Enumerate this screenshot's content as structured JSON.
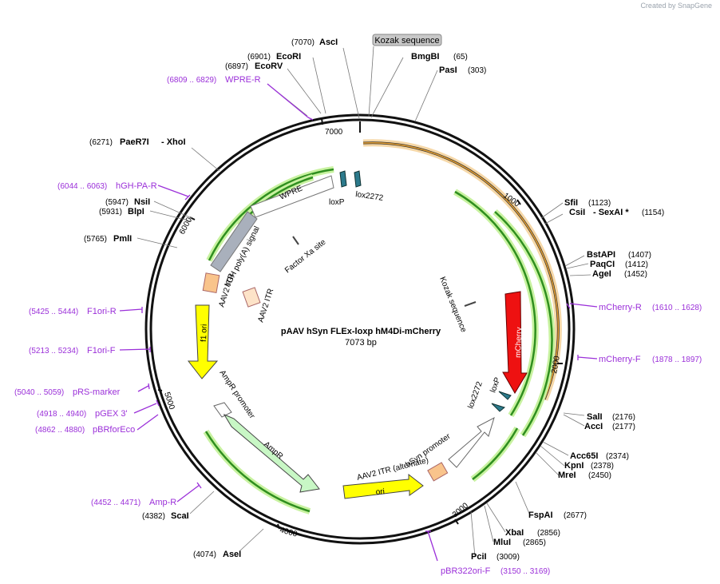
{
  "watermark": "Created by SnapGene",
  "plasmid": {
    "name": "pAAV hSyn FLEx-loxp hM4Di-mCherry",
    "length": "7073 bp",
    "total_bp": 7073
  },
  "colors": {
    "backbone": "#1a1a1a",
    "primer": "#9b30d9",
    "mcherry": "#ee1111",
    "f1ori": "#ffff00",
    "ori": "#ffff00",
    "ampR": "#c8f7c5",
    "itr": "#f9c48c",
    "polyA": "#a9b0bc",
    "lox": "#2c7a8c",
    "orf_line": "#2f8f1f",
    "orf_glow": "#c8f2a0",
    "orange_orf": "#e8a030"
  },
  "sites": [
    {
      "name": "AscI",
      "pos": "(7070)"
    },
    {
      "name": "EcoRI",
      "pos": "(6901)"
    },
    {
      "name": "EcoRV",
      "pos": "(6897)"
    },
    {
      "name": "PaeR7I",
      "pos": "(6271)",
      "extra": "- XhoI"
    },
    {
      "name": "NsiI",
      "pos": "(5947)"
    },
    {
      "name": "BlpI",
      "pos": "(5931)"
    },
    {
      "name": "PmlI",
      "pos": "(5765)"
    },
    {
      "name": "ScaI",
      "pos": "(4382)"
    },
    {
      "name": "AseI",
      "pos": "(4074)"
    },
    {
      "name": "BmgBI",
      "pos": "(65)"
    },
    {
      "name": "PasI",
      "pos": "(303)"
    },
    {
      "name": "SfiI",
      "pos": "(1123)"
    },
    {
      "name": "CsiI",
      "pos": "(1154)",
      "extra": "- SexAI *"
    },
    {
      "name": "BstAPI",
      "pos": "(1407)"
    },
    {
      "name": "PaqCI",
      "pos": "(1412)"
    },
    {
      "name": "AgeI",
      "pos": "(1452)"
    },
    {
      "name": "SalI",
      "pos": "(2176)"
    },
    {
      "name": "AccI",
      "pos": "(2177)"
    },
    {
      "name": "Acc65I",
      "pos": "(2374)"
    },
    {
      "name": "KpnI",
      "pos": "(2378)"
    },
    {
      "name": "MreI",
      "pos": "(2450)"
    },
    {
      "name": "FspAI",
      "pos": "(2677)"
    },
    {
      "name": "XbaI",
      "pos": "(2856)"
    },
    {
      "name": "MluI",
      "pos": "(2865)"
    },
    {
      "name": "PciI",
      "pos": "(3009)"
    }
  ],
  "primers": [
    {
      "name": "WPRE-R",
      "range": "(6809 .. 6829)"
    },
    {
      "name": "hGH-PA-R",
      "range": "(6044 .. 6063)"
    },
    {
      "name": "F1ori-R",
      "range": "(5425 .. 5444)"
    },
    {
      "name": "F1ori-F",
      "range": "(5213 .. 5234)"
    },
    {
      "name": "pRS-marker",
      "range": "(5040 .. 5059)"
    },
    {
      "name": "pGEX 3'",
      "range": "(4918 .. 4940)"
    },
    {
      "name": "pBRforEco",
      "range": "(4862 .. 4880)"
    },
    {
      "name": "Amp-R",
      "range": "(4452 .. 4471)"
    },
    {
      "name": "mCherry-R",
      "range": "(1610 .. 1628)"
    },
    {
      "name": "mCherry-F",
      "range": "(1878 .. 1897)"
    },
    {
      "name": "pBR322ori-F",
      "range": "(3150 .. 3169)"
    }
  ],
  "features": {
    "kozak_top": "Kozak sequence",
    "kozak_inner": "Kozak sequence",
    "factor_xa": "Factor Xa site",
    "wpre": "WPRE",
    "loxp_top": "loxP",
    "lox2272_top": "lox2272",
    "polyA": "hGH poly(A) signal",
    "itr_left1": "AAV2 ITR",
    "itr_left2": "AAV2 ITR",
    "f1ori": "f1 ori",
    "ampR_promoter": "AmpR promoter",
    "ampR": "AmpR",
    "ori": "ori",
    "itr_alt": "AAV2 ITR (alternate)",
    "hsyn": "hSyn promoter",
    "lox2272_in": "lox2272",
    "loxp_in": "loxP",
    "mcherry": "mCherry"
  },
  "ticks": [
    "1000",
    "2000",
    "3000",
    "4000",
    "5000",
    "6000",
    "7000"
  ]
}
